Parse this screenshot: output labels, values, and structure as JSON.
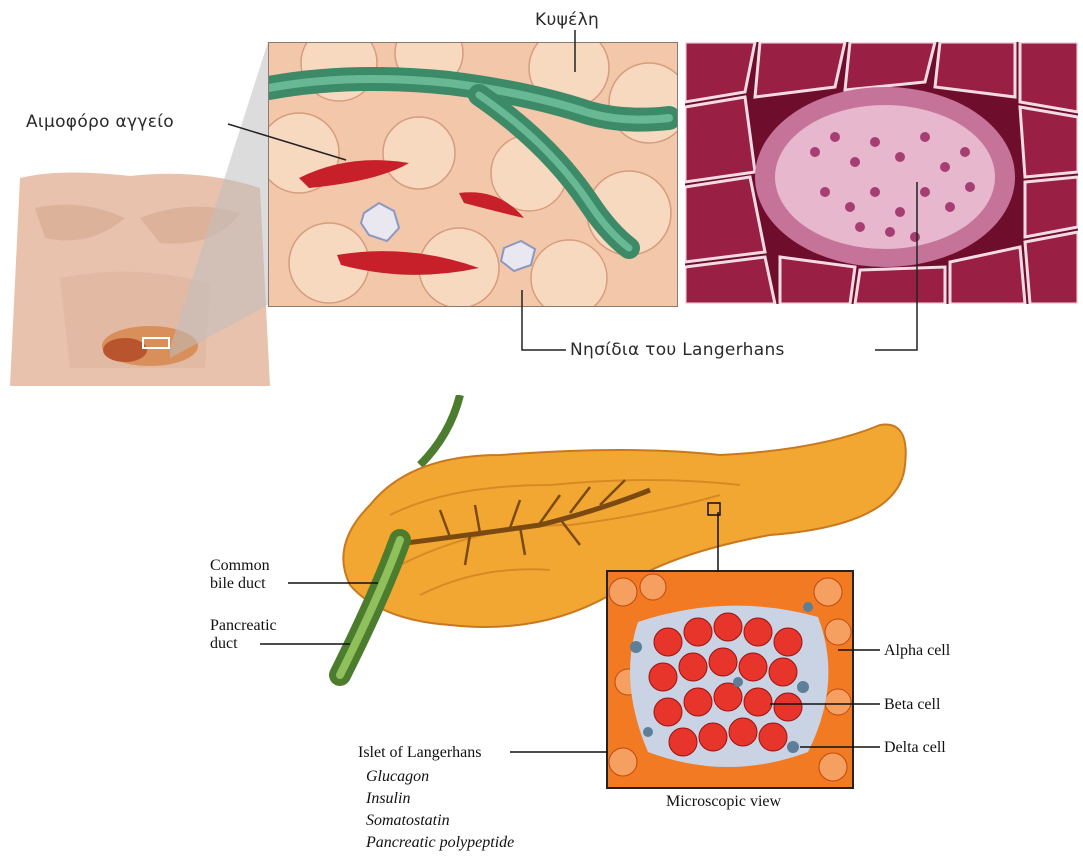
{
  "top_figure": {
    "labels": {
      "cell": "Κυψέλη",
      "blood_vessel": "Αιμοφόρο αγγείο",
      "islets": "Νησίδια του Langerhans"
    }
  },
  "bottom_figure": {
    "labels": {
      "common_bile_duct_1": "Common",
      "common_bile_duct_2": "bile duct",
      "pancreatic_duct_1": "Pancreatic",
      "pancreatic_duct_2": "duct",
      "islet": "Islet of Langerhans",
      "hormones": [
        "Glucagon",
        "Insulin",
        "Somatostatin",
        "Pancreatic polypeptide"
      ],
      "alpha_cell": "Alpha cell",
      "beta_cell": "Beta cell",
      "delta_cell": "Delta cell",
      "microscopic_view": "Microscopic view"
    }
  },
  "colors": {
    "tissue": "#f1c6a8",
    "vessel_green": "#4f9a78",
    "blood_red": "#c8202a",
    "micrograph_dark": "#7a1030",
    "pancreas_orange": "#f2a733",
    "beta_red": "#e8352c",
    "alpha_orange": "#f27a22",
    "delta_blue": "#5d7f98"
  }
}
